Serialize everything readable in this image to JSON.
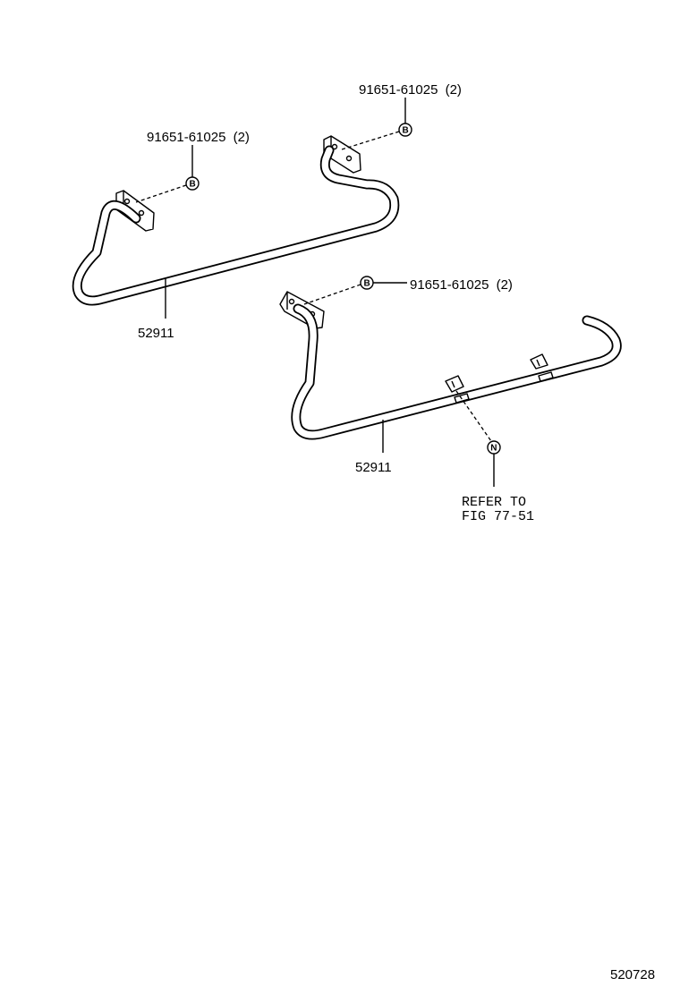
{
  "callouts": {
    "bolt_top_left": {
      "part_no": "91651-61025",
      "qty": "(2)",
      "symbol": "B"
    },
    "bolt_top_right": {
      "part_no": "91651-61025",
      "qty": "(2)",
      "symbol": "B"
    },
    "bolt_lower": {
      "part_no": "91651-61025",
      "qty": "(2)",
      "symbol": "B"
    },
    "pipe_upper": {
      "part_no": "52911"
    },
    "pipe_lower": {
      "part_no": "52911"
    },
    "refer": {
      "symbol": "N",
      "line1": "REFER TO",
      "line2": "FIG 77-51"
    }
  },
  "figure_no": "520728"
}
